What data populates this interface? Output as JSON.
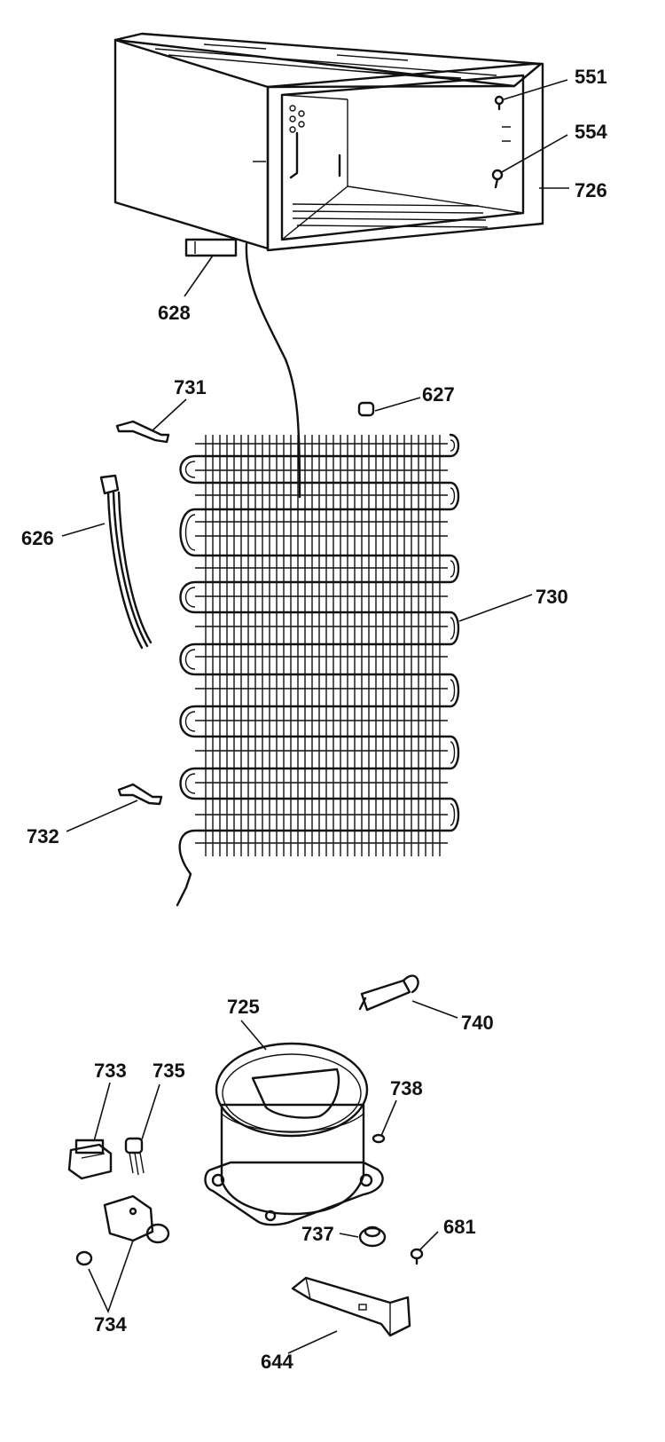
{
  "diagram": {
    "labels": {
      "p551": "551",
      "p554": "554",
      "p726": "726",
      "p628": "628",
      "p731": "731",
      "p627": "627",
      "p626": "626",
      "p730": "730",
      "p732": "732",
      "p725": "725",
      "p740": "740",
      "p733": "733",
      "p735": "735",
      "p738": "738",
      "p737": "737",
      "p681": "681",
      "p734": "734",
      "p644": "644"
    }
  }
}
